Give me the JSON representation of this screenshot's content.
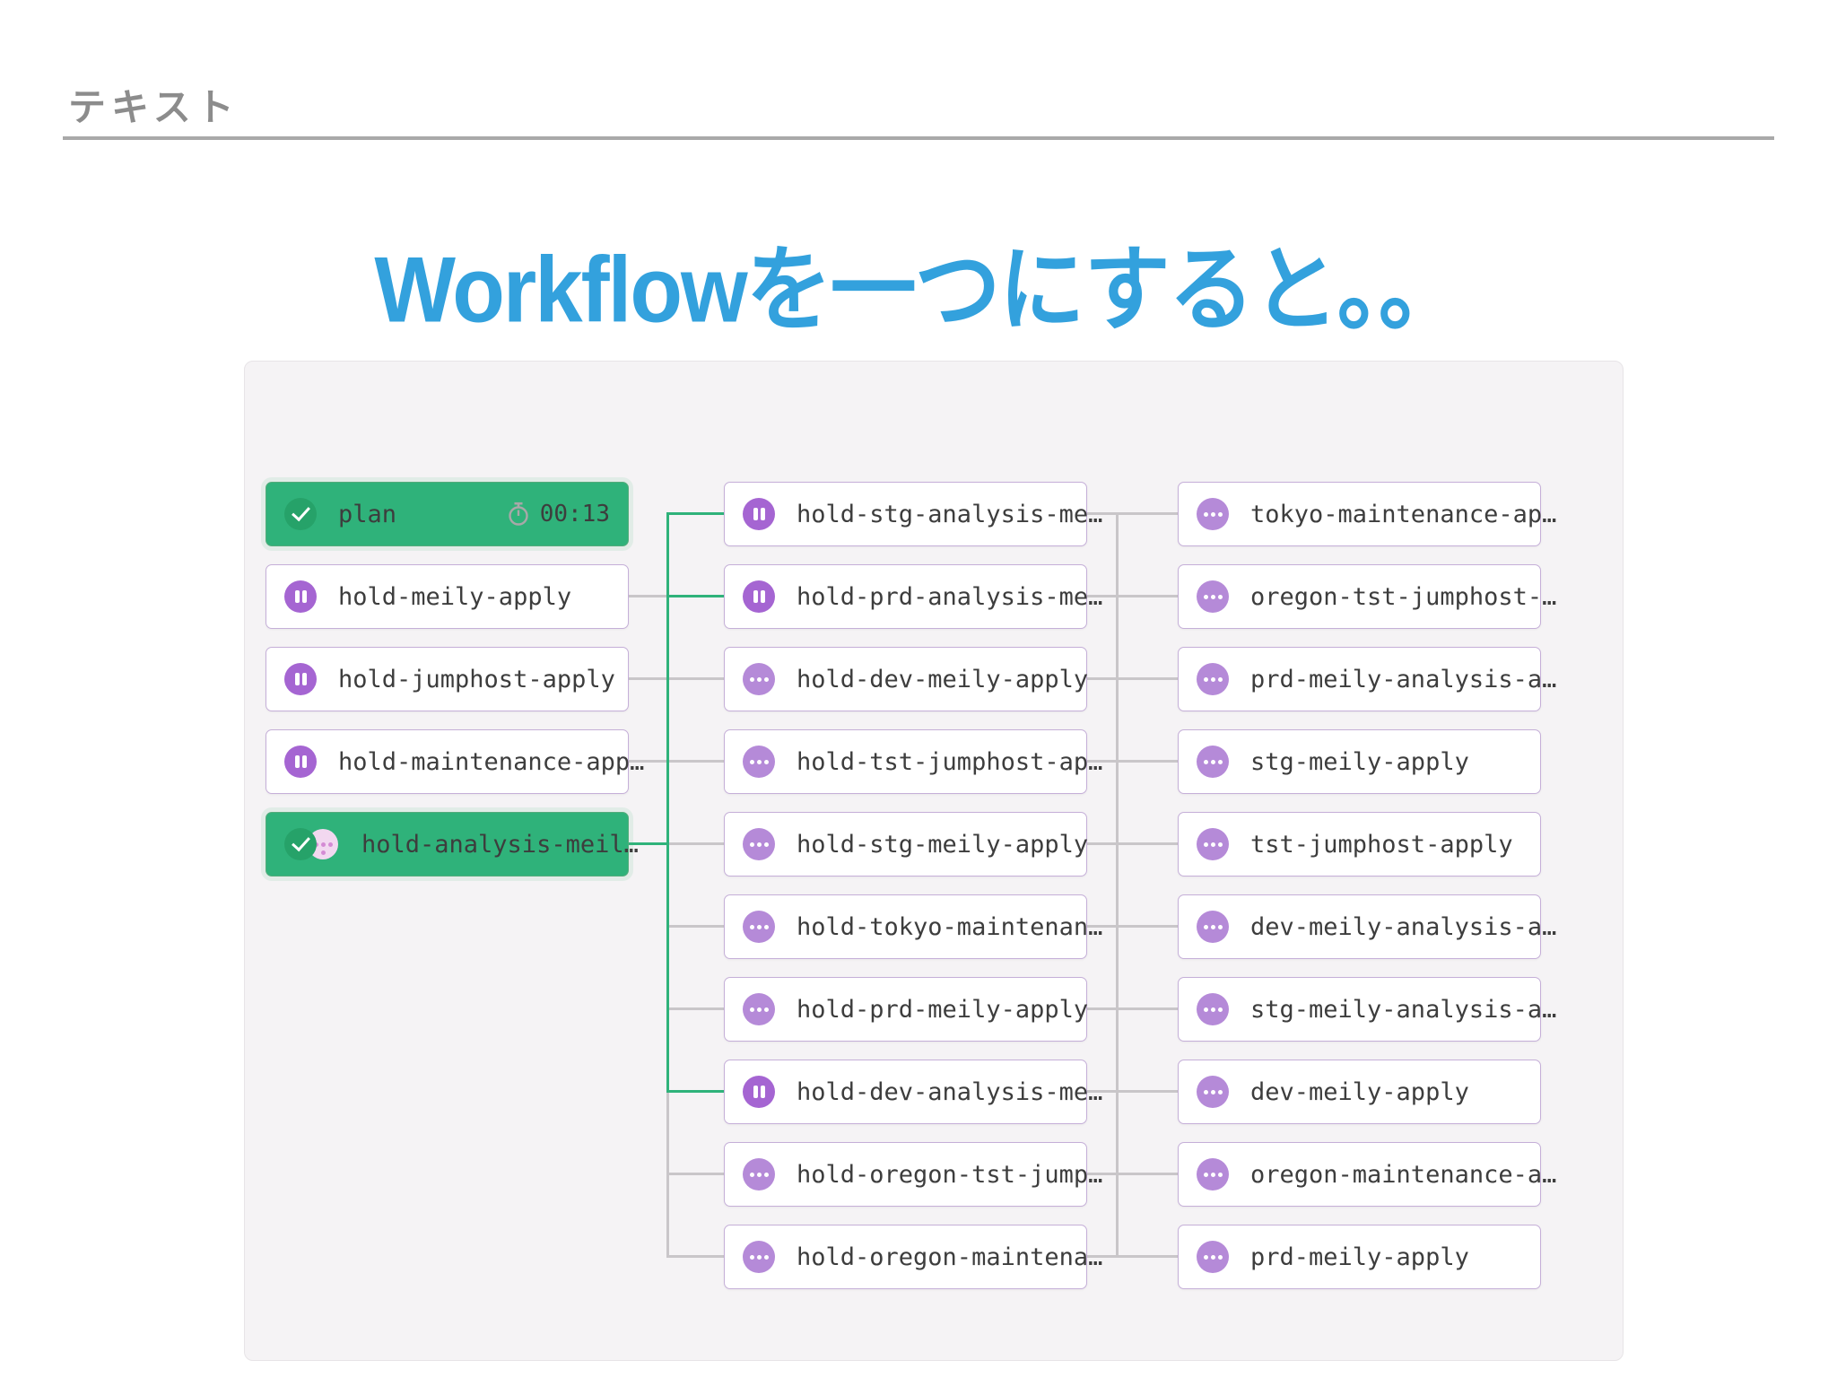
{
  "page": {
    "header_label": "テキスト",
    "header_color": "#8c8c8c",
    "title": "Workflowを一つにすると。。",
    "title_color": "#33a1dd"
  },
  "diagram": {
    "colors": {
      "success_green": "#26a269",
      "paused_purple": "#a565d2",
      "manual_purple": "#b58ad8",
      "green_edge": "#2fb27a",
      "gray_edge": "#c9c6c9",
      "panel_bg": "#f5f3f5"
    },
    "columns": [
      {
        "nodes": [
          {
            "label": "plan",
            "icon": "status-success-icon",
            "status": "success",
            "duration": "00:13"
          },
          {
            "label": "hold-meily-apply",
            "icon": "status-paused-icon",
            "status": "paused"
          },
          {
            "label": "hold-jumphost-apply",
            "icon": "status-paused-icon",
            "status": "paused"
          },
          {
            "label": "hold-maintenance-app…",
            "icon": "status-paused-icon",
            "status": "paused"
          },
          {
            "label": "hold-analysis-meil…",
            "icon": "status-success-manual-icon",
            "status": "success"
          }
        ]
      },
      {
        "nodes": [
          {
            "label": "hold-stg-analysis-me…",
            "icon": "status-paused-icon",
            "status": "paused"
          },
          {
            "label": "hold-prd-analysis-me…",
            "icon": "status-paused-icon",
            "status": "paused"
          },
          {
            "label": "hold-dev-meily-apply",
            "icon": "status-manual-icon",
            "status": "manual"
          },
          {
            "label": "hold-tst-jumphost-ap…",
            "icon": "status-manual-icon",
            "status": "manual"
          },
          {
            "label": "hold-stg-meily-apply",
            "icon": "status-manual-icon",
            "status": "manual"
          },
          {
            "label": "hold-tokyo-maintenan…",
            "icon": "status-manual-icon",
            "status": "manual"
          },
          {
            "label": "hold-prd-meily-apply",
            "icon": "status-manual-icon",
            "status": "manual"
          },
          {
            "label": "hold-dev-analysis-me…",
            "icon": "status-paused-icon",
            "status": "paused"
          },
          {
            "label": "hold-oregon-tst-jump…",
            "icon": "status-manual-icon",
            "status": "manual"
          },
          {
            "label": "hold-oregon-maintena…",
            "icon": "status-manual-icon",
            "status": "manual"
          }
        ]
      },
      {
        "nodes": [
          {
            "label": "tokyo-maintenance-ap…",
            "icon": "status-manual-icon",
            "status": "manual"
          },
          {
            "label": "oregon-tst-jumphost-…",
            "icon": "status-manual-icon",
            "status": "manual"
          },
          {
            "label": "prd-meily-analysis-a…",
            "icon": "status-manual-icon",
            "status": "manual"
          },
          {
            "label": "stg-meily-apply",
            "icon": "status-manual-icon",
            "status": "manual"
          },
          {
            "label": "tst-jumphost-apply",
            "icon": "status-manual-icon",
            "status": "manual"
          },
          {
            "label": "dev-meily-analysis-a…",
            "icon": "status-manual-icon",
            "status": "manual"
          },
          {
            "label": "stg-meily-analysis-a…",
            "icon": "status-manual-icon",
            "status": "manual"
          },
          {
            "label": "dev-meily-apply",
            "icon": "status-manual-icon",
            "status": "manual"
          },
          {
            "label": "oregon-maintenance-a…",
            "icon": "status-manual-icon",
            "status": "manual"
          },
          {
            "label": "prd-meily-apply",
            "icon": "status-manual-icon",
            "status": "manual"
          }
        ]
      }
    ]
  }
}
